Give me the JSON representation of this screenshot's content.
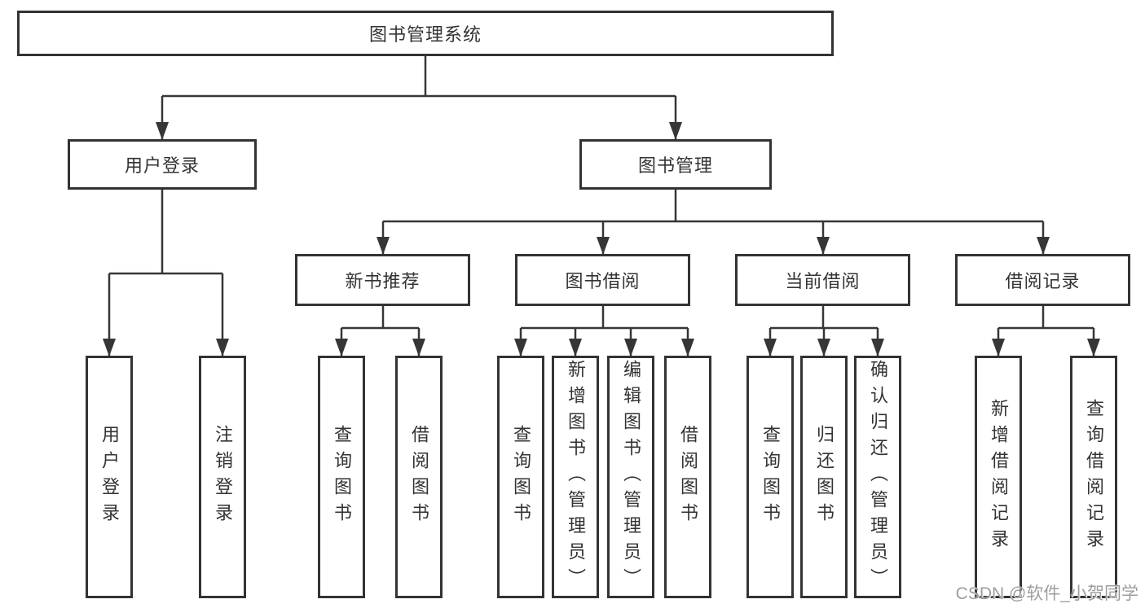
{
  "root": {
    "label": "图书管理系统"
  },
  "level2": [
    {
      "label": "用户登录"
    },
    {
      "label": "图书管理"
    }
  ],
  "level3": [
    {
      "label": "新书推荐"
    },
    {
      "label": "图书借阅"
    },
    {
      "label": "当前借阅"
    },
    {
      "label": "借阅记录"
    }
  ],
  "leaves": [
    {
      "label": "用户登录"
    },
    {
      "label": "注销登录"
    },
    {
      "label": "查询图书"
    },
    {
      "label": "借阅图书"
    },
    {
      "label": "查询图书"
    },
    {
      "label": "新增图书（管理员）"
    },
    {
      "label": "编辑图书（管理员）"
    },
    {
      "label": "借阅图书"
    },
    {
      "label": "查询图书"
    },
    {
      "label": "归还图书"
    },
    {
      "label": "确认归还（管理员）"
    },
    {
      "label": "新增借阅记录"
    },
    {
      "label": "查询借阅记录"
    }
  ],
  "watermark": "CSDN @软件_小贺同学",
  "colors": {
    "line": "#363636",
    "border": "#333333",
    "text": "#333333",
    "background": "#ffffff",
    "watermark": "#9d9d9d"
  }
}
